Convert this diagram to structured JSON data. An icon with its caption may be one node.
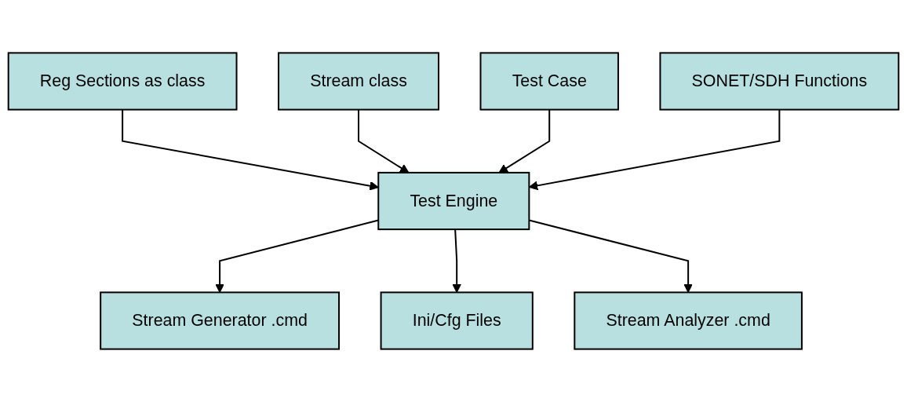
{
  "diagram": {
    "nodes": [
      {
        "text": [
          "Reg Sections as class"
        ]
      },
      {
        "text": [
          "Stream class"
        ]
      },
      {
        "text": [
          "Test Case"
        ]
      },
      {
        "text": [
          "SONET/SDH Functions"
        ]
      },
      {
        "text": [
          "Test Engine"
        ]
      },
      {
        "text": [
          "Stream Generator .cmd"
        ]
      },
      {
        "text": [
          "Ini/Cfg Files"
        ]
      },
      {
        "text": [
          "Stream Analyzer .cmd"
        ]
      }
    ],
    "edges": [
      {
        "from": 0,
        "to": 4,
        "arrow": "to"
      },
      {
        "from": 1,
        "to": 4,
        "arrow": "to"
      },
      {
        "from": 2,
        "to": 4,
        "arrow": "to"
      },
      {
        "from": 3,
        "to": 4,
        "arrow": "to"
      },
      {
        "from": 4,
        "to": 5,
        "arrow": "to"
      },
      {
        "from": 4,
        "to": 6,
        "arrow": "to"
      },
      {
        "from": 4,
        "to": 7,
        "arrow": "to"
      }
    ]
  }
}
